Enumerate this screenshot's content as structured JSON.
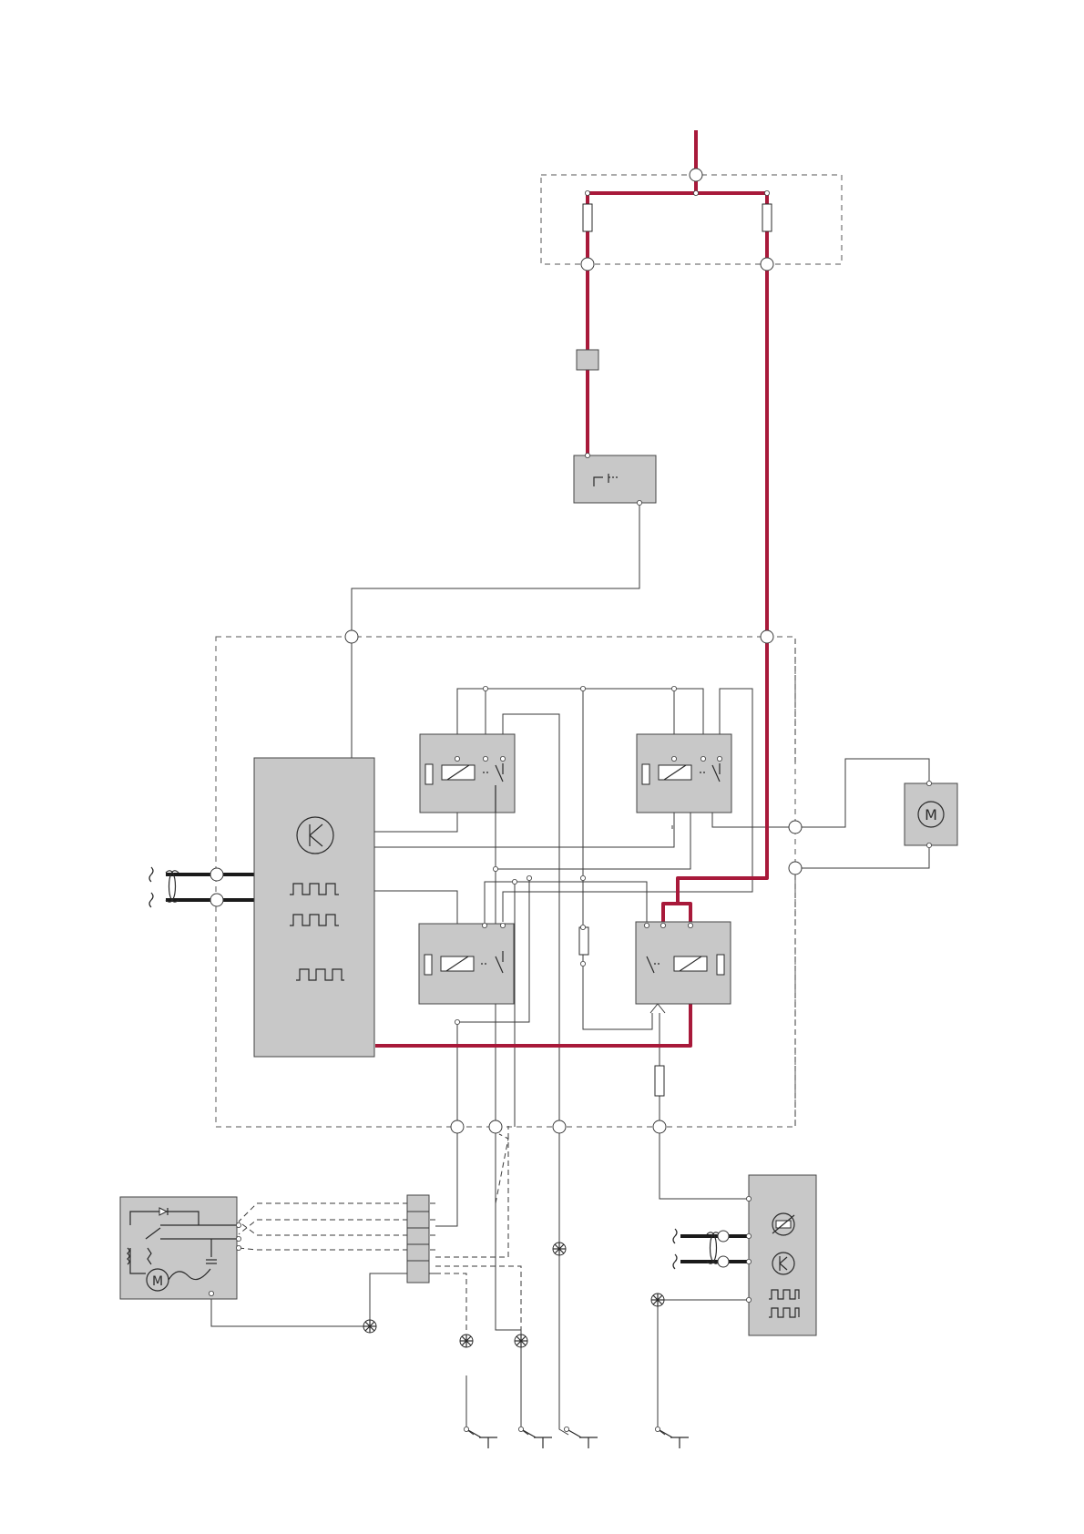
{
  "diagram": {
    "type": "wiring-schematic",
    "colors": {
      "power_wire": "#a8193a",
      "component_fill": "#c8c8c8",
      "wire": "#3a3a3a",
      "frame": "#555555"
    },
    "components": [
      {
        "id": "fuse-box",
        "icon": "fuse-icon"
      },
      {
        "id": "inline-connector",
        "icon": "connector-icon"
      },
      {
        "id": "switch-module",
        "icon": "switch-icon"
      },
      {
        "id": "control-module",
        "icon": "transistor-icon"
      },
      {
        "id": "relay-1",
        "icon": "relay-icon"
      },
      {
        "id": "relay-2",
        "icon": "relay-icon"
      },
      {
        "id": "relay-3",
        "icon": "relay-icon"
      },
      {
        "id": "relay-4",
        "icon": "relay-icon"
      },
      {
        "id": "fan-motor",
        "icon": "motor-icon"
      },
      {
        "id": "wiper-motor",
        "icon": "motor-icon"
      },
      {
        "id": "sensor-module",
        "icon": "sensor-icon"
      },
      {
        "id": "junction-connector",
        "icon": "connector-icon"
      },
      {
        "id": "ground-points",
        "icon": "ground-icon"
      }
    ]
  }
}
